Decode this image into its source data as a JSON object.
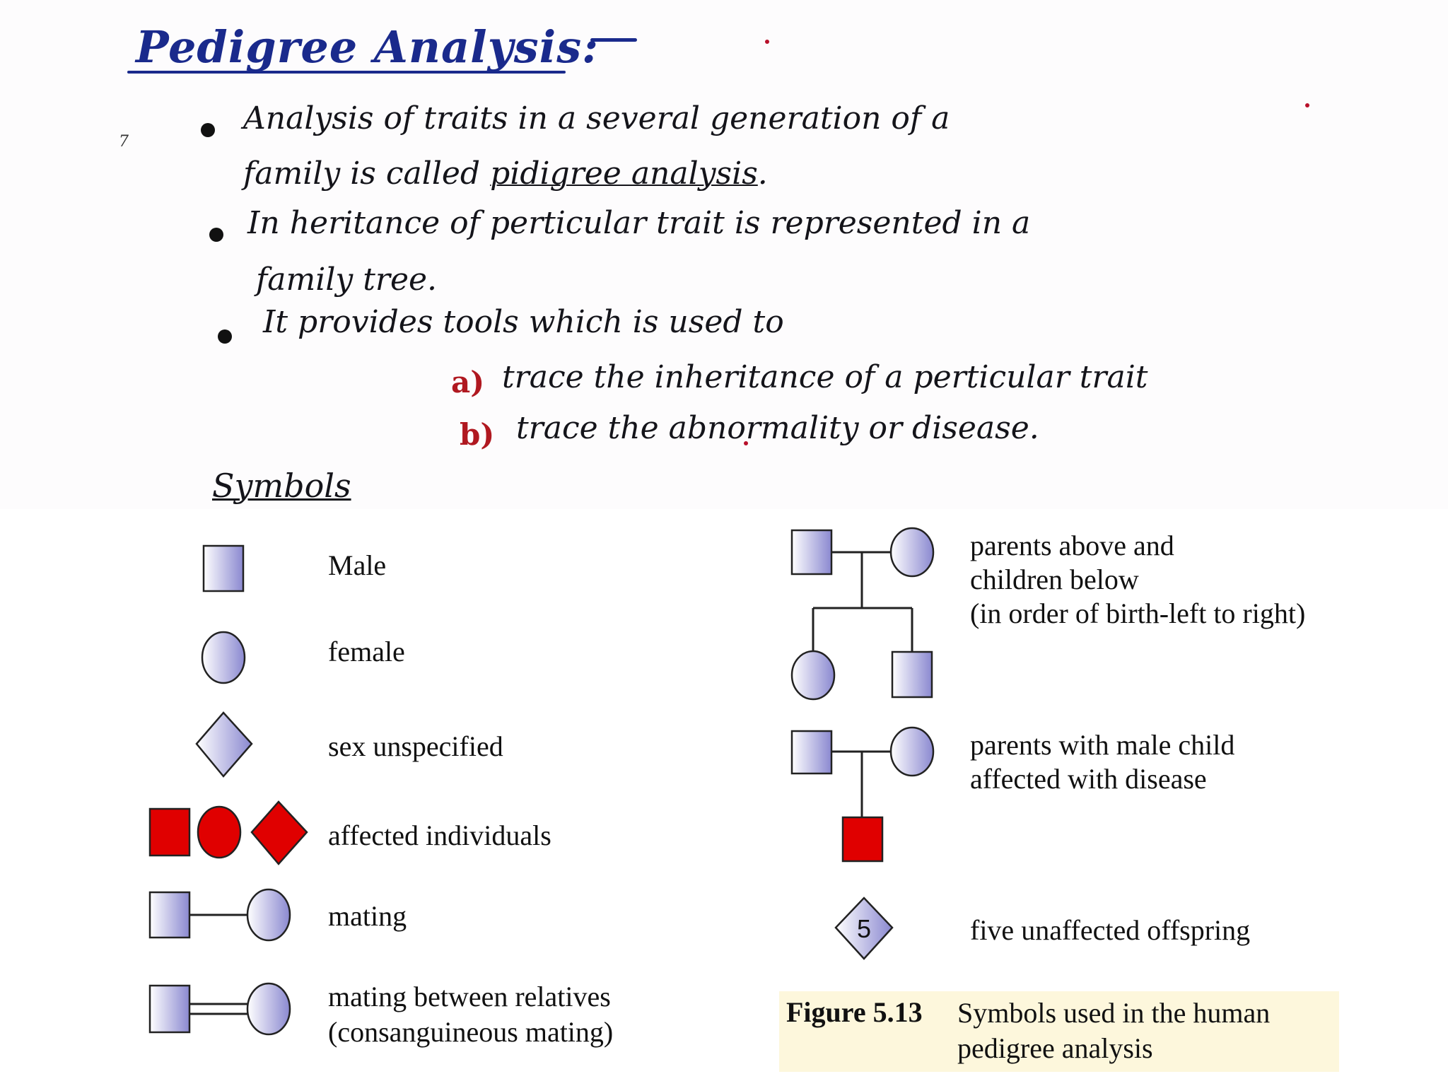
{
  "notes": {
    "heading": "Pedigree Analysis:",
    "bullets": [
      {
        "line1": "Analysis of traits in a several generation of a",
        "line2_prefix": "family is called ",
        "line2_term": "pidigree analysis",
        "line2_suffix": "."
      },
      {
        "line1": "In heritance of perticular trait is represented in a",
        "line2": "family tree."
      },
      {
        "line1": "It provides tools which is used to"
      }
    ],
    "sub_items": [
      {
        "marker": "a)",
        "text": "trace the inheritance of a perticular trait"
      },
      {
        "marker": "b)",
        "text": "trace the abnormality or disease."
      }
    ],
    "symbols_title": "Symbols",
    "margin_mark": "7"
  },
  "legend_left": [
    {
      "symbol": "male-square",
      "label": "Male"
    },
    {
      "symbol": "female-circle",
      "label": "female"
    },
    {
      "symbol": "sex-unspecified-diamond",
      "label": "sex unspecified"
    },
    {
      "symbol": "affected-individuals",
      "label": "affected individuals"
    },
    {
      "symbol": "mating-line",
      "label": "mating"
    },
    {
      "symbol": "consanguineous-mating",
      "label_line1": "mating between relatives",
      "label_line2": "(consanguineous mating)"
    }
  ],
  "legend_right": [
    {
      "symbol": "parents-children",
      "label_line1": "parents above and",
      "label_line2": "children below",
      "label_line3": "(in order of birth-left to right)"
    },
    {
      "symbol": "parents-affected-son",
      "label_line1": "parents with male child",
      "label_line2": "affected with disease"
    },
    {
      "symbol": "numbered-diamond",
      "number": "5",
      "label": "five unaffected offspring"
    }
  ],
  "caption": {
    "figure": "Figure 5.13",
    "line1": "Symbols used in the human",
    "line2": "pedigree analysis"
  },
  "colors": {
    "heading_blue": "#1a2a8c",
    "symbol_fill_light": "#ffffff",
    "symbol_fill_dark": "#8a88d0",
    "affected_red": "#e00000",
    "marker_red": "#b01820",
    "caption_bg": "#fdf7dc"
  }
}
